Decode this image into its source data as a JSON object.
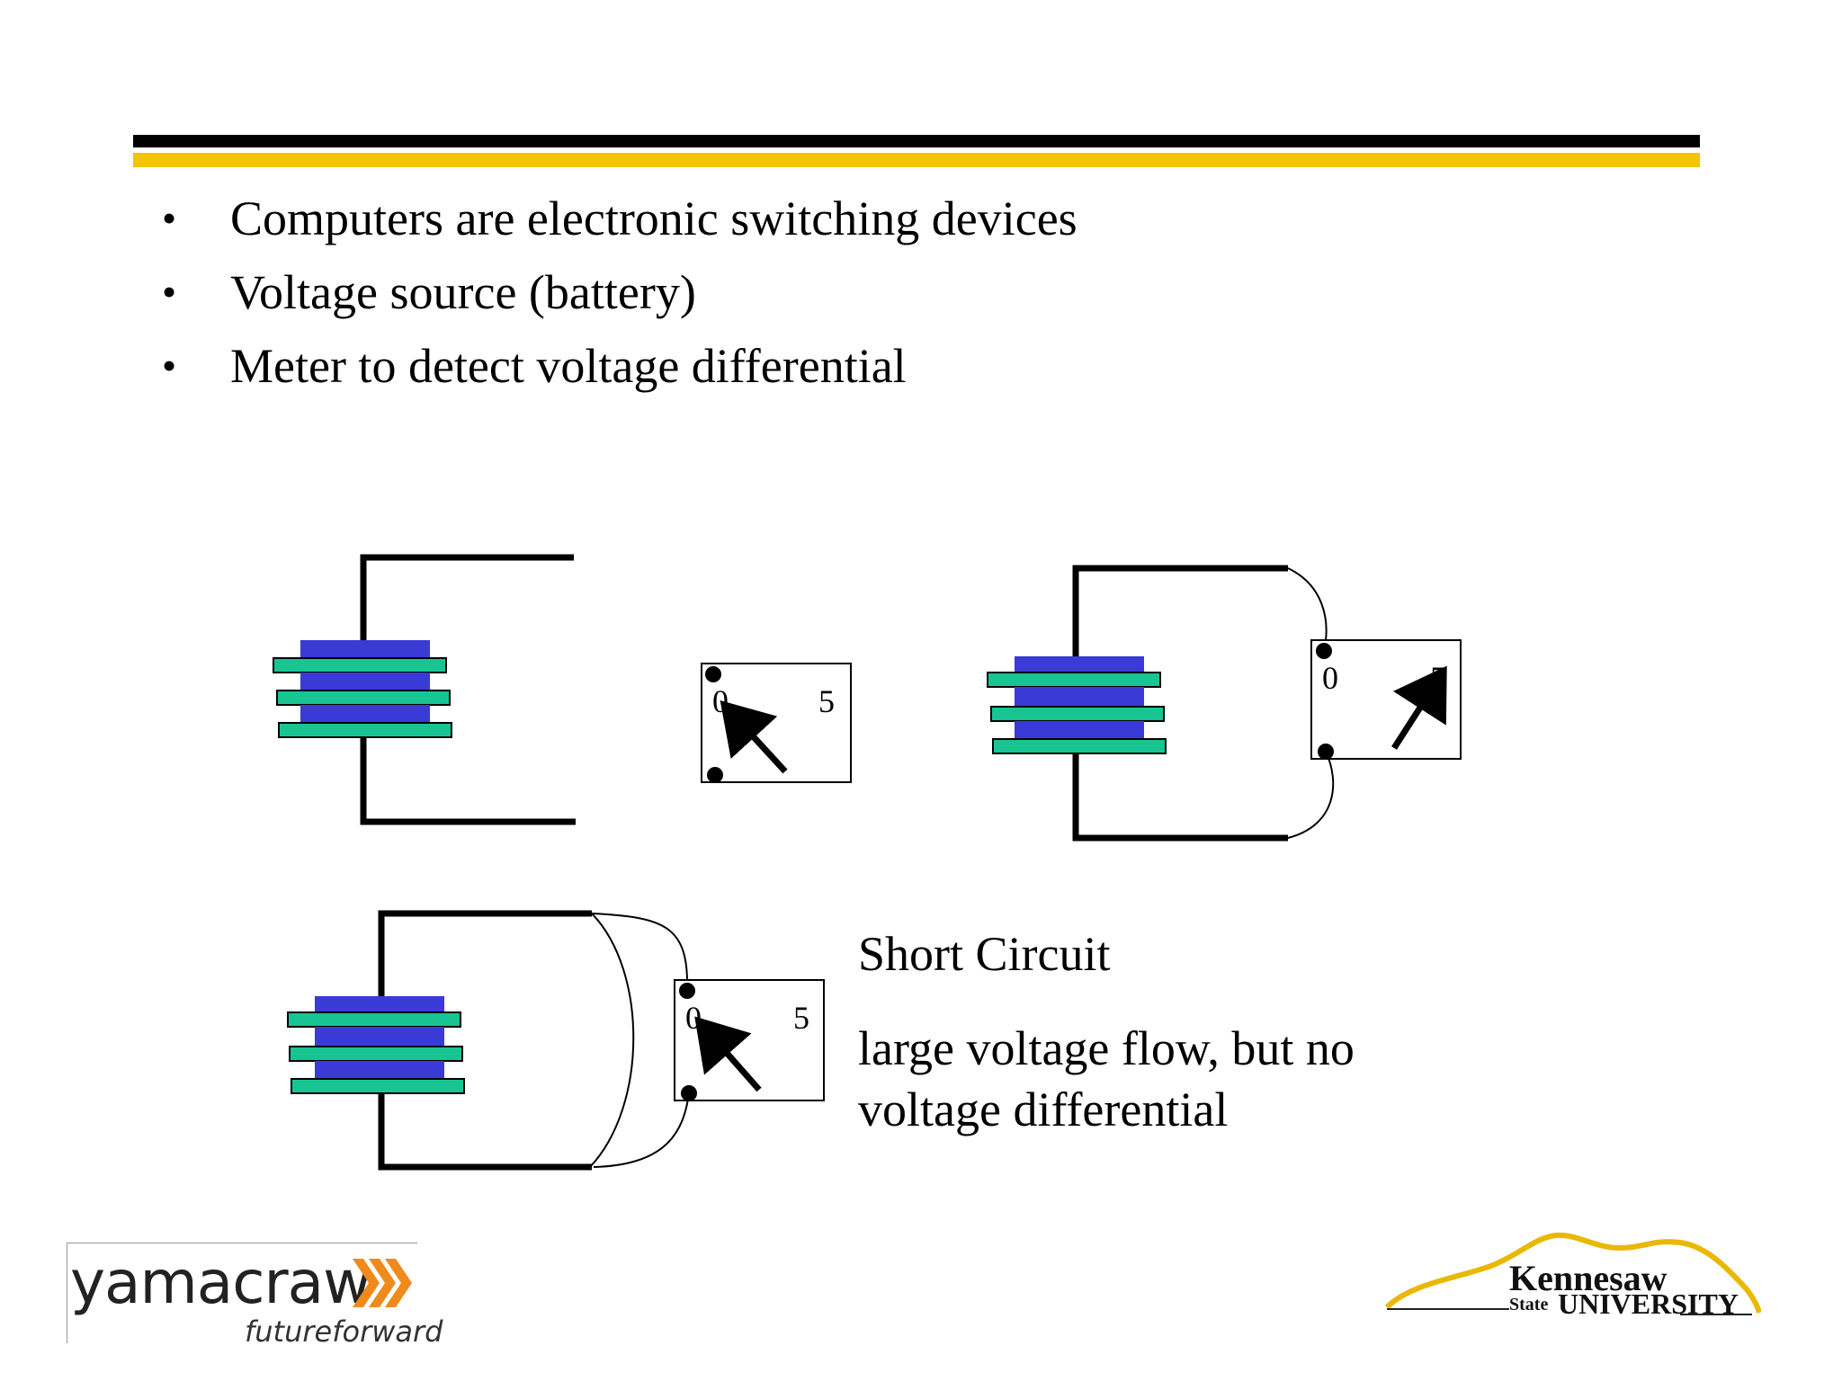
{
  "bullets": [
    "Computers are electronic switching devices",
    "Voltage source (battery)",
    "Meter to detect voltage differential"
  ],
  "meters": {
    "open": {
      "low": "0",
      "high": "5"
    },
    "connected": {
      "low": "0",
      "high": "5"
    },
    "short": {
      "low": "0",
      "high": "5"
    }
  },
  "short_circuit": {
    "title": "Short Circuit",
    "description": "large voltage flow, but no voltage differential"
  },
  "logos": {
    "left_word": "yamacraw",
    "left_tagline": "futureforward",
    "right_name": "Kennesaw",
    "right_state": "State",
    "right_university": "UNIVERSITY"
  },
  "colors": {
    "bar_black": "#000000",
    "bar_gold": "#f2c500",
    "battery_plate": "#19c493",
    "battery_core": "#3a3ad6",
    "chevron": "#f08a1c",
    "ksu_gold": "#e9b800"
  }
}
